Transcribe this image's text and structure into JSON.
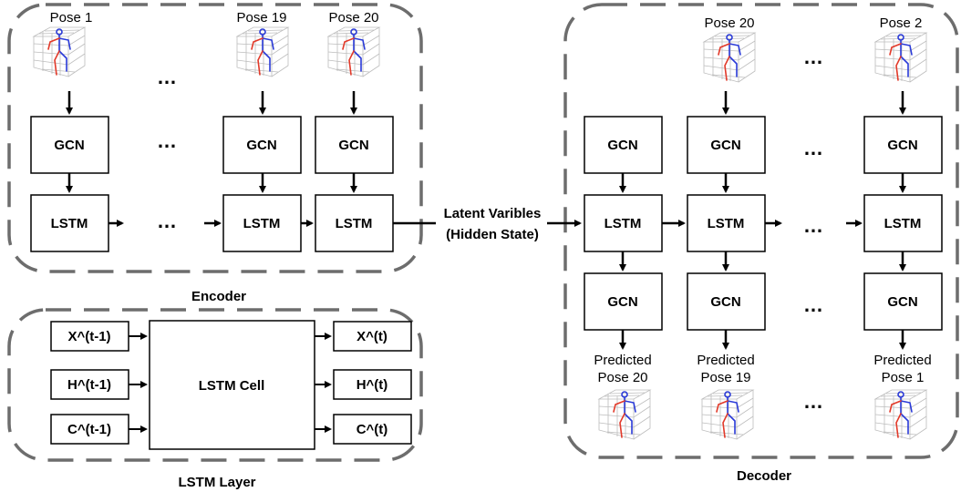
{
  "encoder": {
    "title": "Encoder",
    "poses": [
      "Pose 1",
      "Pose 19",
      "Pose 20"
    ],
    "gcn_label": "GCN",
    "lstm_label": "LSTM"
  },
  "latent": {
    "line1": "Latent Varibles",
    "line2": "(Hidden State)"
  },
  "decoder": {
    "title": "Decoder",
    "input_poses": [
      "Pose 20",
      "Pose 2"
    ],
    "gcn_label": "GCN",
    "lstm_label": "LSTM",
    "predicted_label": "Predicted",
    "predicted_poses": [
      "Pose 20",
      "Pose 19",
      "Pose 1"
    ]
  },
  "lstm_layer": {
    "title": "LSTM Layer",
    "cell_label": "LSTM Cell",
    "inputs": [
      "X^(t-1)",
      "H^(t-1)",
      "C^(t-1)"
    ],
    "outputs": [
      "X^(t)",
      "H^(t)",
      "C^(t)"
    ]
  },
  "ellipsis": "…",
  "colors": {
    "skeleton_left": "#e23a2a",
    "skeleton_right": "#2a3ad8",
    "container_dash": "#6d6d6d"
  }
}
